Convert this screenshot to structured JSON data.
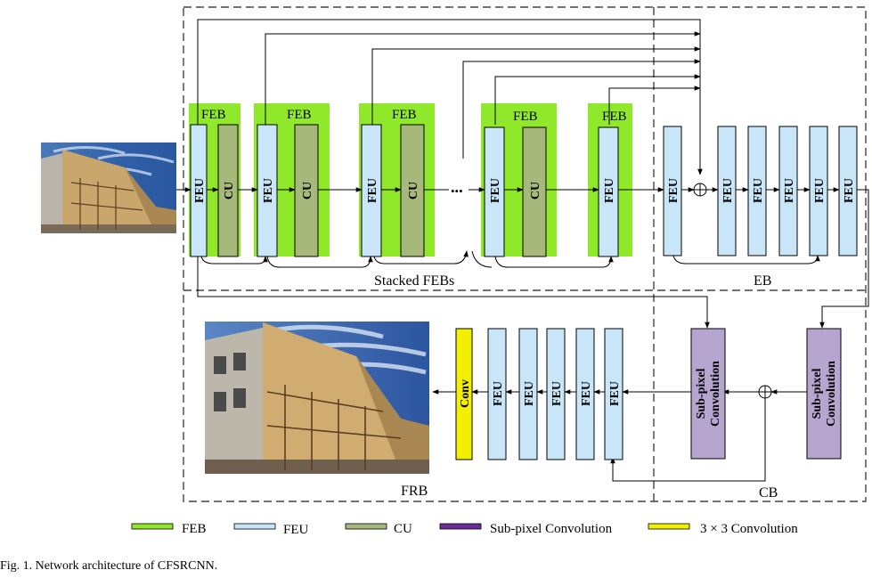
{
  "colors": {
    "feb": "#8fe82a",
    "feu": "#c8e6f8",
    "cu": "#a6b97a",
    "subpixel": "#b6a6cf",
    "subpixel_legend": "#6a2d9a",
    "conv": "#f2ef00",
    "line": "#000000",
    "dash": "#444444"
  },
  "feb_label": "FEB",
  "feu_label": "FEU",
  "cu_label": "CU",
  "conv_label": "Conv",
  "subpixel_line1": "Sub-pixel",
  "subpixel_line2": "Convolution",
  "ellipsis": "•••",
  "regions": {
    "stacked": "Stacked FEBs",
    "eb": "EB",
    "frb": "FRB",
    "cb": "CB"
  },
  "legend": [
    {
      "label": "FEB",
      "color": "#8fe82a"
    },
    {
      "label": "FEU",
      "color": "#c8e6f8"
    },
    {
      "label": "CU",
      "color": "#a6b97a"
    },
    {
      "label": "Sub-pixel Convolution",
      "color": "#6a2d9a"
    },
    {
      "label": "3 × 3  Convolution",
      "color": "#f2ef00"
    }
  ],
  "caption": "Fig. 1.    Network architecture of CFSRCNN."
}
